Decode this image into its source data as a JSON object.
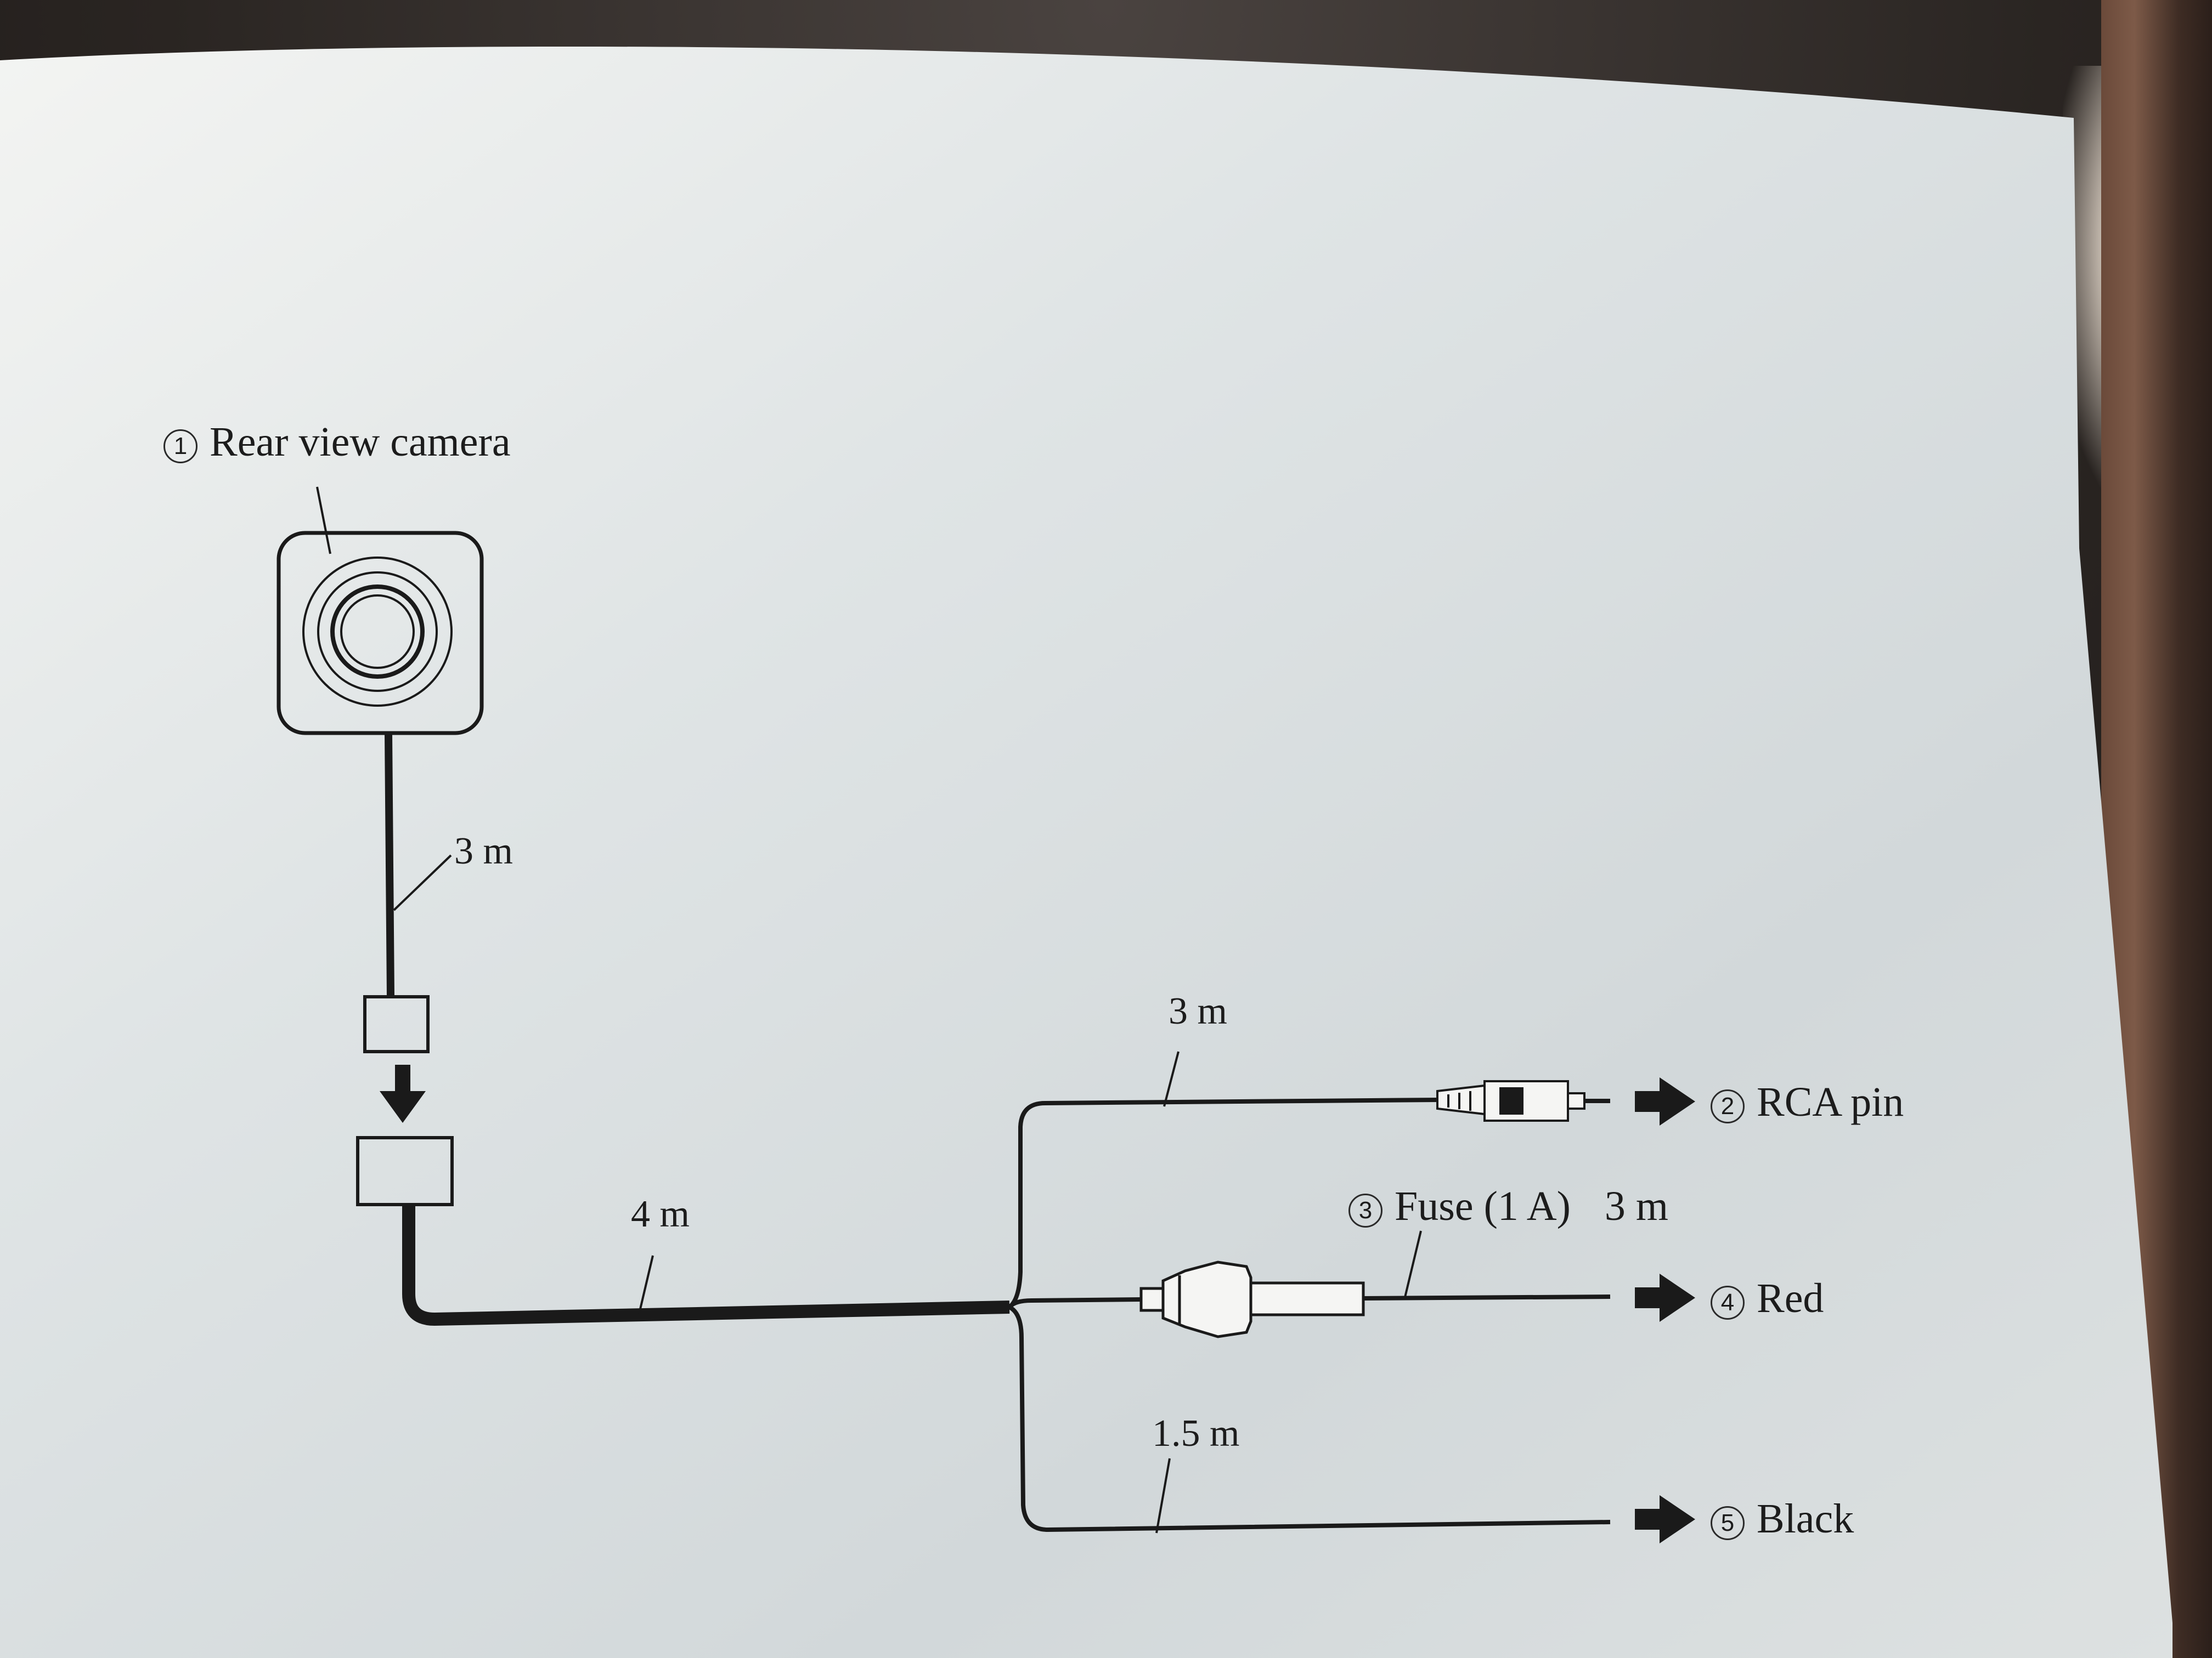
{
  "diagram": {
    "camera_label": {
      "number": "1",
      "text": "Rear view camera"
    },
    "rca_label": {
      "number": "2",
      "text": "RCA pin"
    },
    "fuse_label": {
      "number": "3",
      "text": "Fuse (1 A)"
    },
    "red_label": {
      "number": "4",
      "text": "Red"
    },
    "black_label": {
      "number": "5",
      "text": "Black"
    },
    "lengths": {
      "camera_cable": "3 m",
      "main_cable": "4 m",
      "rca_cable": "3 m",
      "red_cable": "3 m",
      "black_cable": "1.5 m"
    }
  },
  "colors": {
    "paper": "#e3e6e6",
    "ink": "#1a1a1a"
  }
}
